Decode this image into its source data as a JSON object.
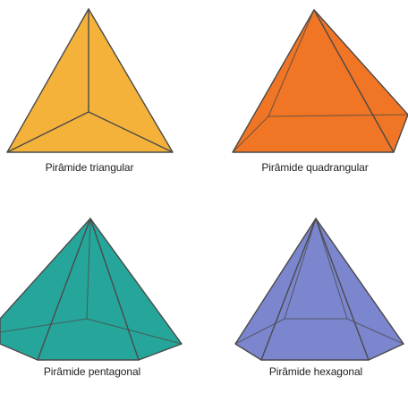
{
  "pyramids": [
    {
      "label": "Pirâmide triangular",
      "color": "#F5B23A"
    },
    {
      "label": "Pirâmide quadrangular",
      "color": "#F07524"
    },
    {
      "label": "Pirâmide pentagonal",
      "color": "#26A69A"
    },
    {
      "label": "Pirâmide hexagonal",
      "color": "#7B86CF"
    }
  ]
}
